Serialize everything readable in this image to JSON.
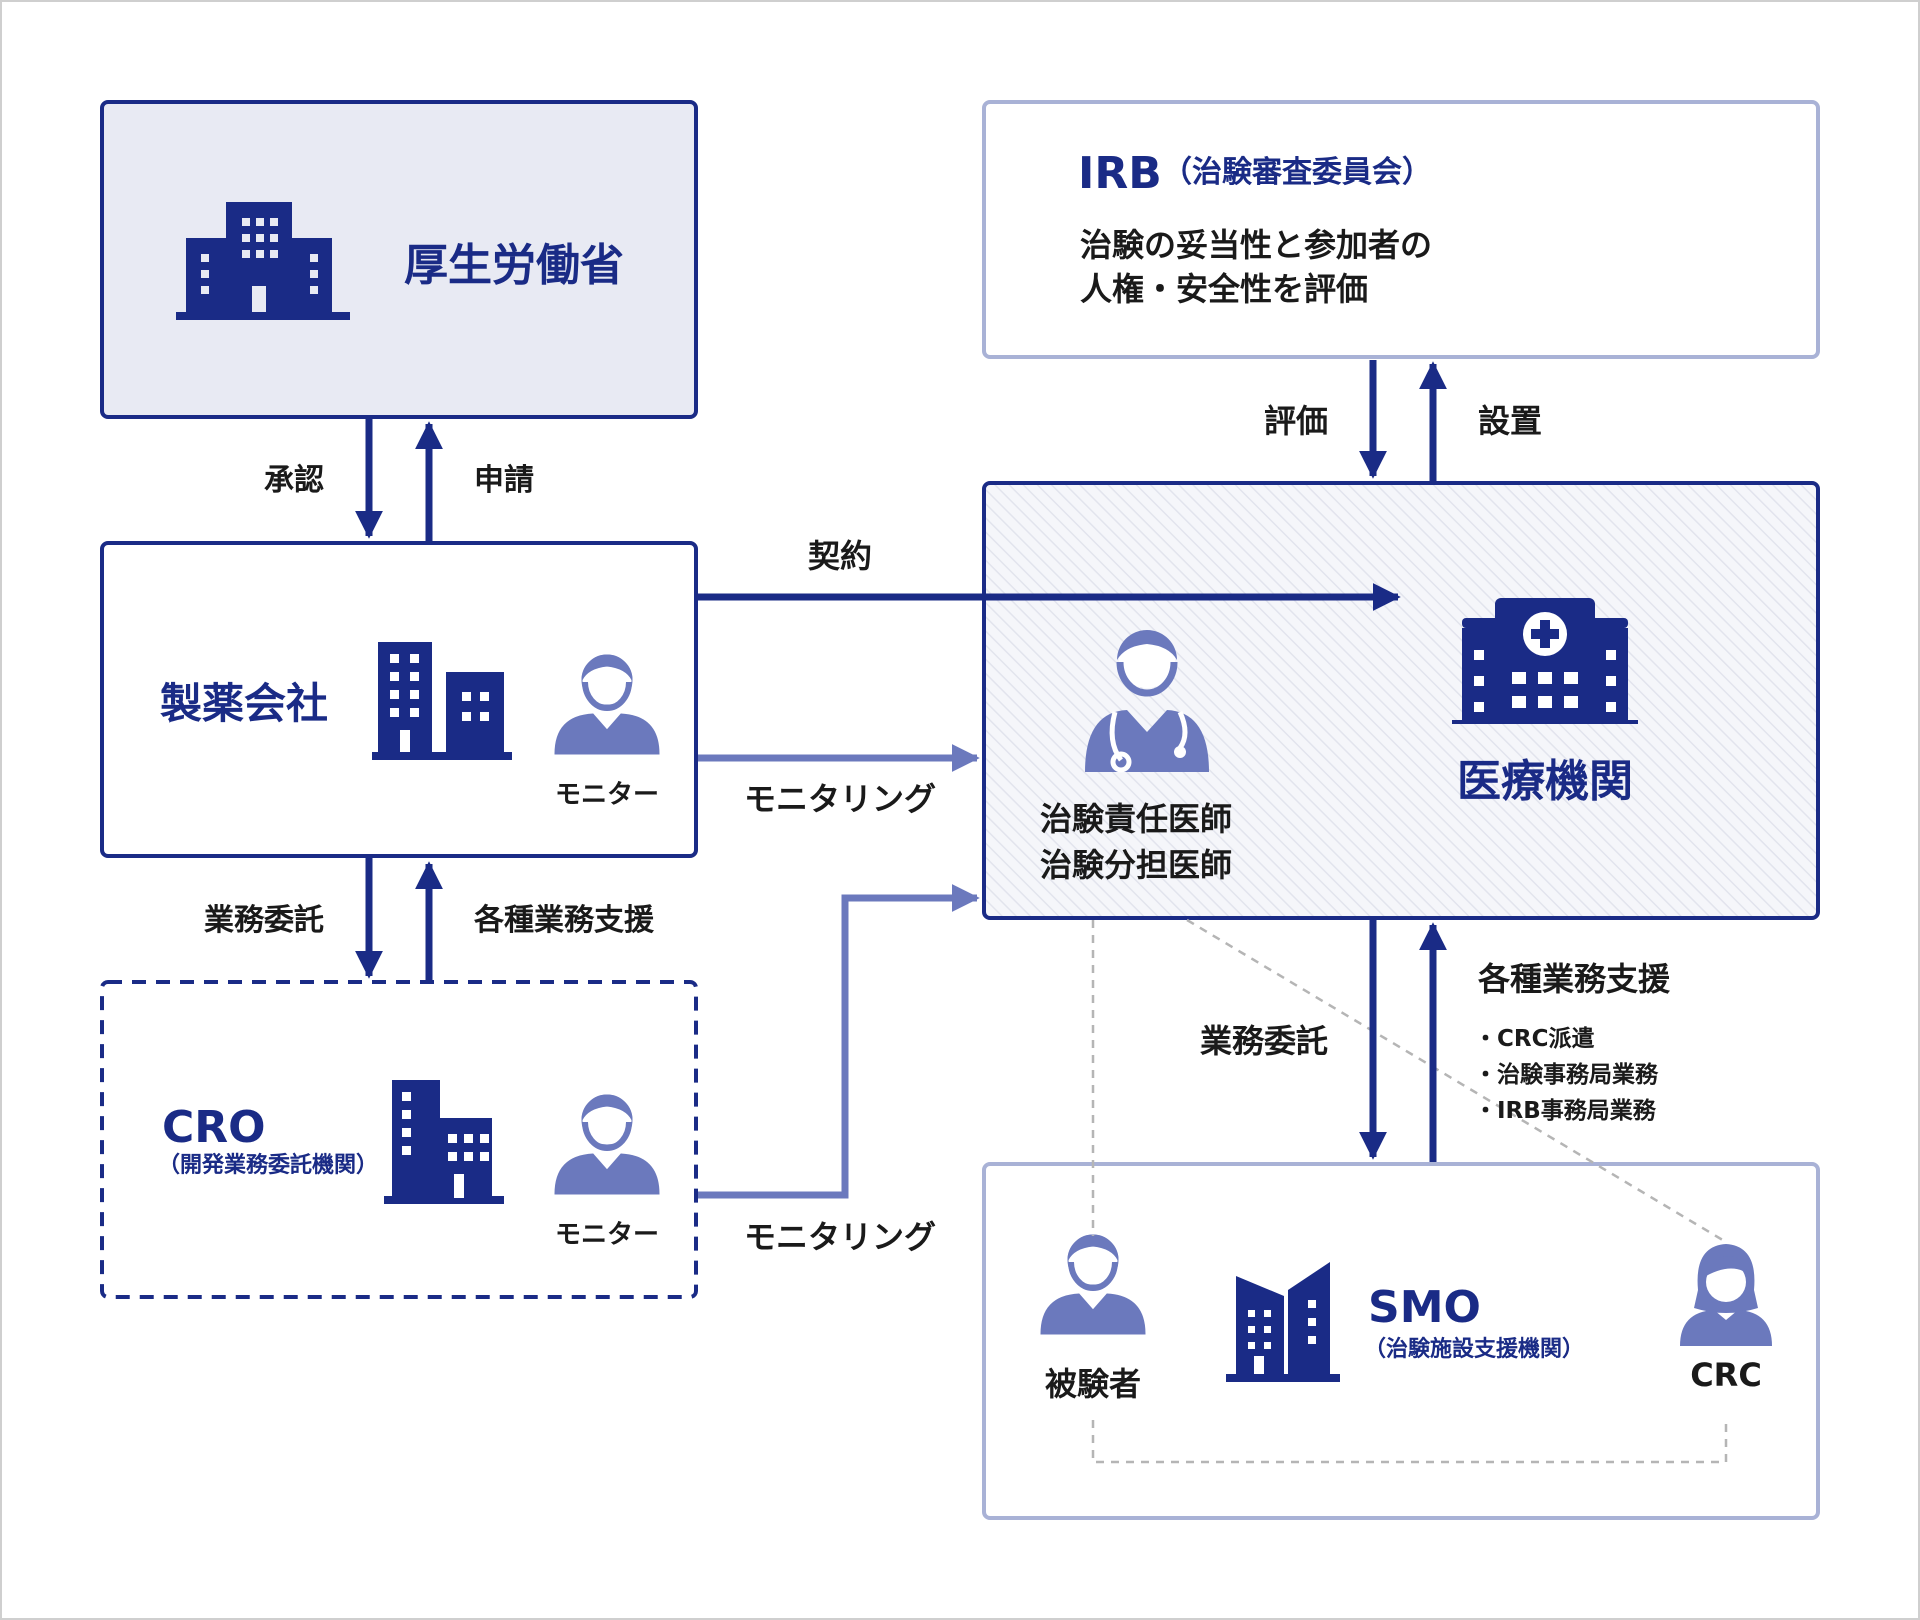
{
  "colors": {
    "navy": "#1a2b86",
    "periwinkle": "#6b79bd",
    "lightBorder": "#a9b2d6",
    "mhlwFill": "#e8eaf3",
    "hatchFill": "#f3f4f8",
    "text": "#1a1a1a",
    "dashed": "#b5b5b5"
  },
  "mhlw": {
    "name": "厚生労働省",
    "icon": "government-building-icon"
  },
  "irb": {
    "name": "IRB",
    "subname": "（治験審査委員会）",
    "desc_line1": "治験の妥当性と参加者の",
    "desc_line2": "人権・安全性を評価"
  },
  "pharma": {
    "name": "製薬会社",
    "icon": "office-building-icon",
    "monitor_label": "モニター"
  },
  "cro": {
    "name": "CRO",
    "subname": "（開発業務委託機関）",
    "icon": "office-building-icon",
    "monitor_label": "モニター"
  },
  "medical": {
    "name": "医療機関",
    "icon": "hospital-icon",
    "doctor_line1": "治験責任医師",
    "doctor_line2": "治験分担医師",
    "doctor_icon": "doctor-icon"
  },
  "smo": {
    "name": "SMO",
    "subname": "（治験施設支援機関）",
    "icon": "office-building-icon",
    "subject_label": "被験者",
    "crc_label": "CRC"
  },
  "arrows": {
    "approval": "承認",
    "application": "申請",
    "contract": "契約",
    "monitoring1": "モニタリング",
    "monitoring2": "モニタリング",
    "outsourcing_left": "業務委託",
    "support_left": "各種業務支援",
    "evaluation": "評価",
    "establishment": "設置",
    "outsourcing_right": "業務委託",
    "support_right": "各種業務支援",
    "support_items": [
      "・CRC派遣",
      "・治験事務局業務",
      "・IRB事務局業務"
    ]
  }
}
